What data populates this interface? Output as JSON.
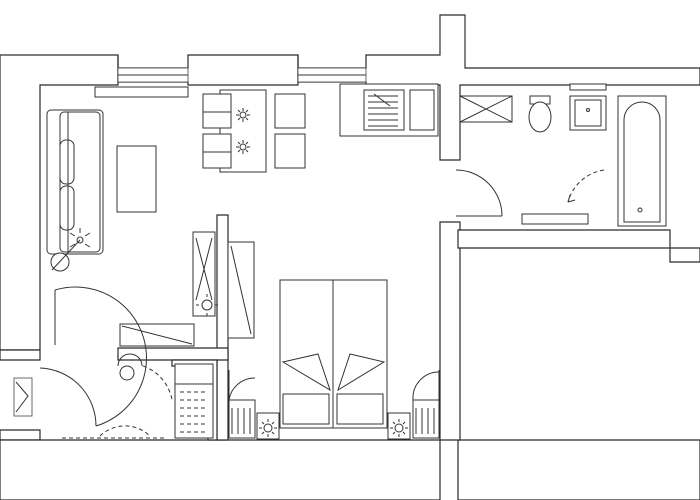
{
  "plan": {
    "rooms": [
      "living-dining",
      "kitchenette",
      "bedroom",
      "bathroom",
      "entrance-hall",
      "wardrobe"
    ],
    "fixtures": [
      "sofa",
      "coffee-table",
      "dining-table",
      "chair",
      "kitchen-counter",
      "sink",
      "stove",
      "shower-tray",
      "toilet",
      "washbasin",
      "bathtub",
      "double-bed",
      "nightstand",
      "wardrobe",
      "tv-cabinet",
      "desk",
      "floor-lamp",
      "radiator",
      "entrance-door",
      "window"
    ],
    "colors": {
      "wall": "#2a2a2a",
      "line": "#333333",
      "background": "#ffffff"
    }
  }
}
